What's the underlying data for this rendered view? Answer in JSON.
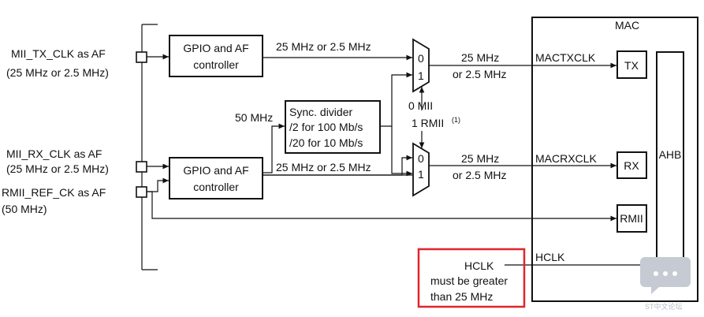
{
  "inputs": {
    "tx_clk": {
      "line1": "MII_TX_CLK as AF",
      "line2": "(25 MHz or 2.5 MHz)"
    },
    "rx_clk": {
      "line1": "MII_RX_CLK as AF",
      "line2": "(25 MHz or 2.5 MHz)"
    },
    "rmii_ref": {
      "line1": "RMII_REF_CK as AF",
      "line2": "(50 MHz)"
    }
  },
  "blocks": {
    "gpio_tx": {
      "line1": "GPIO and AF",
      "line2": "controller"
    },
    "gpio_rx": {
      "line1": "GPIO and AF",
      "line2": "controller"
    },
    "divider": {
      "line1": "Sync. divider",
      "line2": "/2 for 100 Mb/s",
      "line3": "/20 for 10 Mb/s"
    },
    "mac": "MAC",
    "tx": "TX",
    "rx": "RX",
    "rmii": "RMII",
    "ahb": "AHB"
  },
  "mux": {
    "in0": "0",
    "in1": "1"
  },
  "labels": {
    "freq_tx_in": "25 MHz or 2.5 MHz",
    "freq_rx_in": "25 MHz or 2.5 MHz",
    "freq_50": "50 MHz",
    "tx_out_line1": "25 MHz",
    "tx_out_line2": "or 2.5 MHz",
    "rx_out_line1": "25 MHz",
    "rx_out_line2": "or 2.5 MHz",
    "sel0": "0 MII",
    "sel1": "1 RMII",
    "sel_note": "(1)",
    "mactxclk": "MACTXCLK",
    "macrxclk": "MACRXCLK",
    "hclk_in": "HCLK",
    "hclk_note1": "must be greater",
    "hclk_note2": "than 25 MHz",
    "hclk_line": "HCLK"
  },
  "watermark": "ST中文论坛",
  "colors": {
    "highlight": "#e0262b",
    "line": "#111111",
    "watermark": "#b6bcc6"
  }
}
